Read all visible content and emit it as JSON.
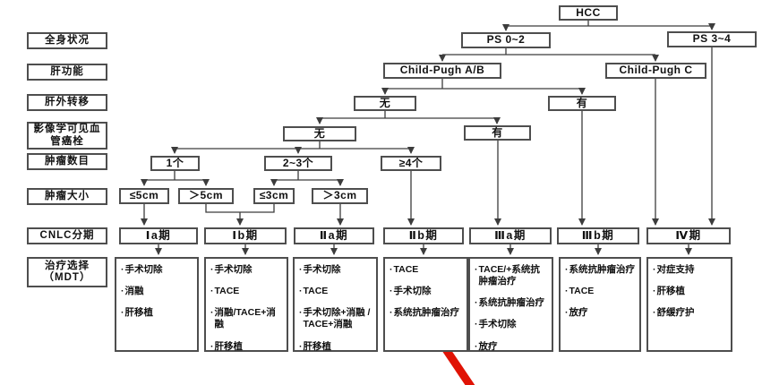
{
  "colors": {
    "line": "#3c3c3c",
    "box_border": "#4e4e4e",
    "text": "#111111",
    "red_arrow": "#e01305"
  },
  "bullet": "·",
  "row_labels": [
    "全身状况",
    "肝功能",
    "肝外转移",
    "影像学可见血管癌栓",
    "肿瘤数目",
    "肿瘤大小",
    "CNLC分期",
    "治疗选择\n（MDT）"
  ],
  "nodes": {
    "hcc": "HCC",
    "ps02": "PS 0~2",
    "ps34": "PS 3~4",
    "child_pugh_ab": "Child-Pugh A/B",
    "child_pugh_c": "Child-Pugh C",
    "extrahepatic_met_no": "无",
    "extrahepatic_met_yes": "有",
    "vascular_invasion_no": "无",
    "vascular_invasion_yes": "有",
    "tumor_count_1": "1个",
    "tumor_count_2_3": "2~3个",
    "tumor_count_ge4": "≥4个",
    "size_le_5cm": "≤5cm",
    "size_gt_5cm": "＞5cm",
    "size_le_3cm": "≤3cm",
    "size_gt_3cm": "＞3cm"
  },
  "stages": [
    "Ⅰa期",
    "Ⅰb期",
    "Ⅱa期",
    "Ⅱb期",
    "Ⅲa期",
    "Ⅲb期",
    "Ⅳ期"
  ],
  "treatments": [
    {
      "stage": "Ⅰa期",
      "items": [
        "手术切除",
        "消融",
        "肝移植"
      ]
    },
    {
      "stage": "Ⅰb期",
      "items": [
        "手术切除",
        "TACE",
        "消融/TACE+消融",
        "肝移植"
      ]
    },
    {
      "stage": "Ⅱa期",
      "items": [
        "手术切除",
        "TACE",
        "手术切除+消融 / TACE+消融",
        "肝移植"
      ]
    },
    {
      "stage": "Ⅱb期",
      "items": [
        "TACE",
        "手术切除",
        "系统抗肿瘤治疗"
      ]
    },
    {
      "stage": "Ⅲa期",
      "items": [
        "TACE/+系统抗肿瘤治疗",
        "系统抗肿瘤治疗",
        "手术切除",
        "放疗"
      ]
    },
    {
      "stage": "Ⅲb期",
      "items": [
        "系统抗肿瘤治疗",
        "TACE",
        "放疗"
      ]
    },
    {
      "stage": "Ⅳ期",
      "items": [
        "对症支持",
        "肝移植",
        "舒缓疗护"
      ]
    }
  ]
}
